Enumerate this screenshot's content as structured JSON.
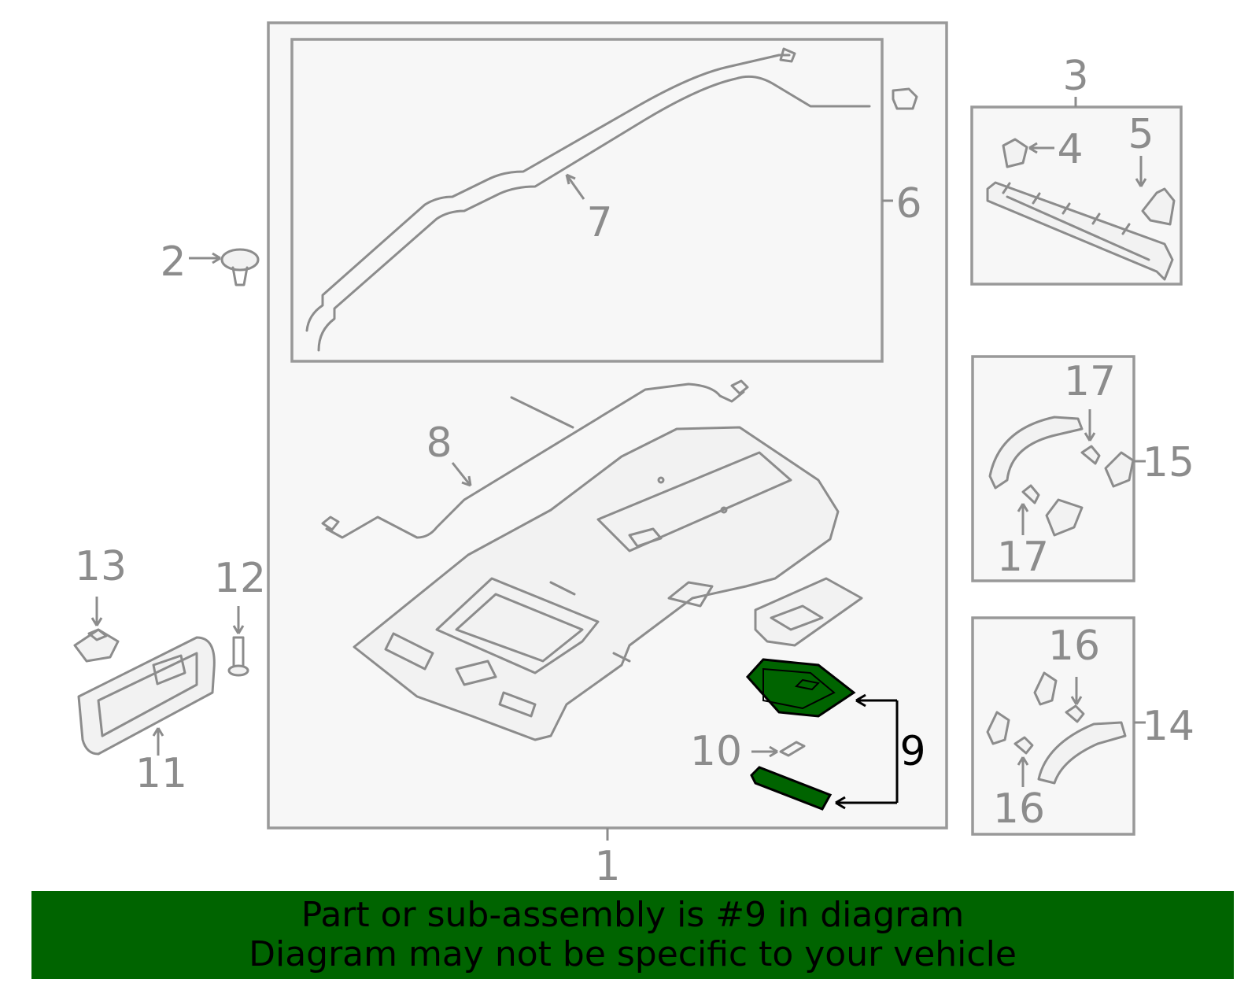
{
  "callouts": {
    "c1": "1",
    "c2": "2",
    "c3": "3",
    "c4": "4",
    "c5": "5",
    "c6": "6",
    "c7": "7",
    "c8": "8",
    "c9": "9",
    "c10": "10",
    "c11": "11",
    "c12": "12",
    "c13": "13",
    "c14": "14",
    "c15": "15",
    "c16a": "16",
    "c16b": "16",
    "c17a": "17",
    "c17b": "17"
  },
  "banner": {
    "line1": "Part or sub-assembly is #9 in diagram",
    "line2": "Diagram may not be specific to your vehicle"
  },
  "colors": {
    "highlight": "#006400",
    "banner": "#006400",
    "line": "#8c8c8c",
    "frame_bg": "#f7f7f7"
  }
}
